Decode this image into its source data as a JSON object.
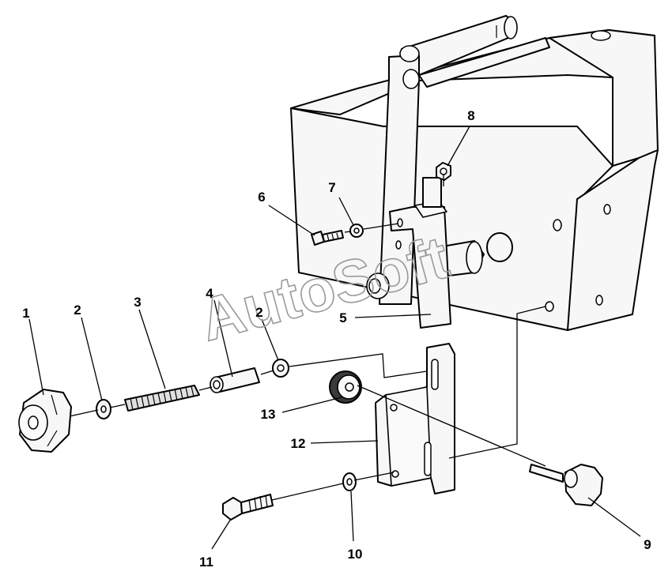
{
  "watermark": "AutoSoft",
  "callouts": [
    {
      "id": "c1",
      "label": "1"
    },
    {
      "id": "c2a",
      "label": "2"
    },
    {
      "id": "c2b",
      "label": "2"
    },
    {
      "id": "c3",
      "label": "3"
    },
    {
      "id": "c4",
      "label": "4"
    },
    {
      "id": "c5",
      "label": "5"
    },
    {
      "id": "c6",
      "label": "6"
    },
    {
      "id": "c7",
      "label": "7"
    },
    {
      "id": "c8",
      "label": "8"
    },
    {
      "id": "c9",
      "label": "9"
    },
    {
      "id": "c10",
      "label": "10"
    },
    {
      "id": "c11",
      "label": "11"
    },
    {
      "id": "c12",
      "label": "12"
    },
    {
      "id": "c13",
      "label": "13"
    }
  ]
}
